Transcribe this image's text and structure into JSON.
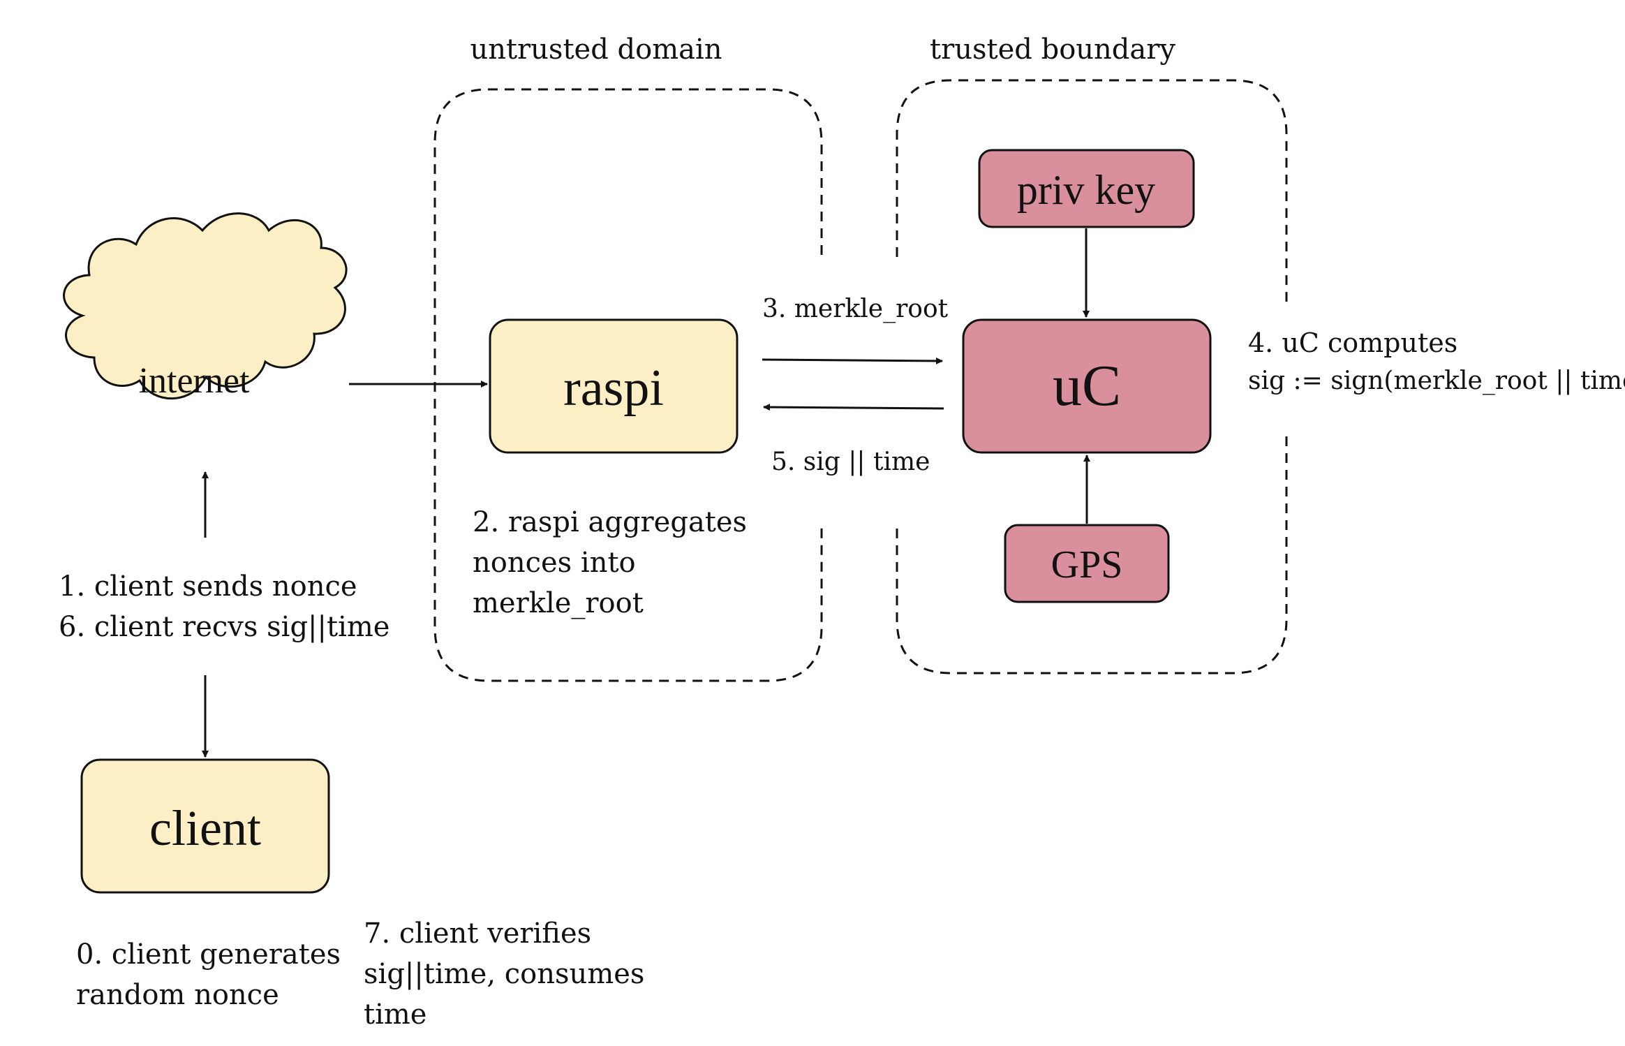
{
  "regions": {
    "untrusted": {
      "label": "untrusted domain"
    },
    "trusted": {
      "label": "trusted boundary"
    }
  },
  "nodes": {
    "internet": {
      "label": "internet",
      "color": "#fcefc6",
      "shape": "cloud"
    },
    "raspi": {
      "label": "raspi",
      "color": "#fcefc6"
    },
    "uc": {
      "label": "uC",
      "color": "#da909c"
    },
    "privkey": {
      "label": "priv key",
      "color": "#da909c"
    },
    "gps": {
      "label": "GPS",
      "color": "#da909c"
    },
    "client": {
      "label": "client",
      "color": "#fcefc6"
    }
  },
  "edges": {
    "merkle_label": "3. merkle_root",
    "sig_label": "5. sig || time"
  },
  "notes": {
    "step0": [
      "0. client generates",
      "random nonce"
    ],
    "step1_6": [
      "1. client sends nonce",
      "6. client recvs sig||time"
    ],
    "step2": [
      "2. raspi aggregates",
      "nonces into",
      "merkle_root"
    ],
    "step4": [
      "4. uC computes",
      "sig := sign(merkle_root || time)"
    ],
    "step7": [
      "7. client verifies",
      "sig||time, consumes",
      "time"
    ]
  }
}
